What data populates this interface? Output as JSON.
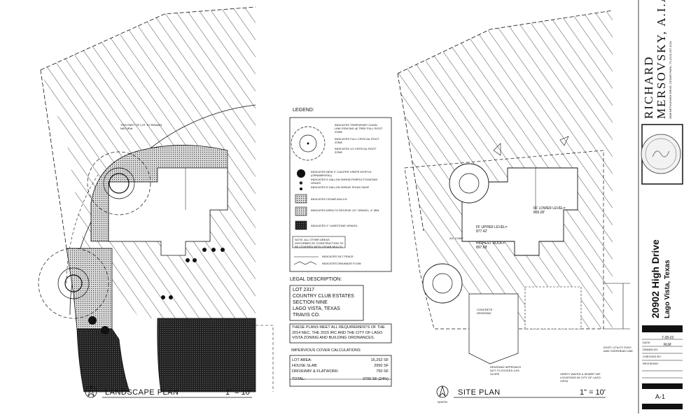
{
  "landscape_plan": {
    "title": "LANDSCAPE PLAN",
    "scale": "1\" = 10'",
    "note_remain_natural": "THIS PART OF LOT TO REMAIN NATURAL"
  },
  "site_plan": {
    "title": "SITE PLAN",
    "scale": "1\" = 10'",
    "labels": {
      "ff_lower": "FF LOWER LEVEL= 865.00'",
      "ff_upper": "FF UPPER LEVEL= 877.42'",
      "highest_roof": "HIGHEST ROOF= 897.68'",
      "concrete_driveway": "CONCRETE DRIVEWAY",
      "driveway_approach": "DRIVEWAY APPROACH NOT TO EXCEED 14% SLOPE",
      "water_sewer": "VERIFY WATER & SEWER TAP LOCATIONS W/ CITY OF LAGO VISTA",
      "elec_utility": "EXIST. UTILITY POLE AND OVERHEAD LINE",
      "ac_comp": "A/C COMP",
      "north": "NORTH"
    }
  },
  "legend": {
    "heading": "LEGEND:",
    "items": [
      "INDICATES TEMPORARY CHAIN LINK FENCING @ TREE FULL ROOT ZONE",
      "INDICATES FULL CRITICAL ROOT ZONE",
      "INDICATES 1/2 CRITICAL ROOT ZONE",
      "INDICATES NEW 2\" CALIPER CREPE MYRTLE (ORNAMENTAL)",
      "INDICATES 5 GALLON SHRUB PURPLE FOUNTAIN GRASS",
      "INDICATES 5 GALLON SHRUB TEXAS SAGE",
      "INDICATES CEDAR MULCH",
      "INDICATES AREA TO RECEIVE 1/2\" GRAVEL, 4\" MIN.",
      "INDICATES 2\" LIMESTONE GRAVEL",
      "NOTE: ALL OTHER AREAS DISTURBED BY CONSTRUCTION TO BE COVERED WITH CEDAR MULCH",
      "INDICATES SILT FENCE",
      "INDICATES DRAINAGE FLOW"
    ]
  },
  "legal": {
    "heading": "LEGAL DESCRIPTION:",
    "lines": [
      "LOT 2317",
      "COUNTRY CLUB ESTATES",
      "SECTION NINE",
      "LAGO VISTA, TEXAS",
      "TRAVIS CO."
    ]
  },
  "code_note": "THESE PLANS MEET ALL REQUIREMENTS OF THE 2014 NEC, THE 2015 IRC AND THE CITY OF LAGO VISTA ZONING AND BUILDING ORDINANCES.",
  "impervious": {
    "heading": "IMPERVIOUS COVER CALCULATIONS",
    "rows": [
      {
        "label": "LOT AREA:",
        "value": "15,252 SF"
      },
      {
        "label": "HOUSE SLAB:",
        "value": "2950 SF"
      },
      {
        "label": "DRIVEWAY & FLATWORK:",
        "value": "750 SF"
      }
    ],
    "total_label": "TOTAL:",
    "total_value": "3700 SF (24%)"
  },
  "title_block": {
    "architect_line1": "RICHARD",
    "architect_line2": "MERSOVSKY, A.I.A.",
    "address_small": "2808 BETHLEHEM DRIVE, CEDAR PARK, TX  (512) 557-1104",
    "project_address": "20902 High Drive",
    "project_city": "Lago Vista, Texas",
    "date_label": "DATE:",
    "date_value": "7-28-22",
    "drawn_label": "DRAWN BY:",
    "drawn_value": "RLM",
    "checked_label": "CHECKED BY:",
    "revisions_label": "REVISIONS:",
    "sheet": "A-1"
  }
}
